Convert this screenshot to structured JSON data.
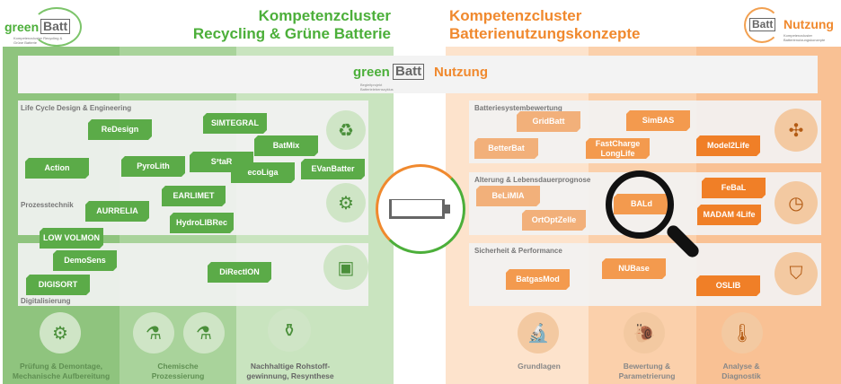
{
  "green": {
    "logo_word1": "green",
    "logo_word2": "Batt",
    "logo_sub": "Kompetenzcluster Recycling & Grüne Batterie",
    "title1": "Kompetenzcluster",
    "title2": "Recycling & Grüne Batterie",
    "rows": [
      "Life Cycle Design & Engineering",
      "Prozesstechnik",
      "Digitalisierung"
    ],
    "projects": [
      "ReDesign",
      "SIMTEGRAL",
      "BatMix",
      "Action",
      "PyroLith",
      "S²taR",
      "ecoLiga",
      "EVanBatter",
      "EARLIMET",
      "AURRELIA",
      "HydroLIBRec",
      "LOW VOLMON",
      "DemoSens",
      "DIGISORT",
      "DiRectION"
    ],
    "columns": [
      "Prüfung & Demontage, Mechanische Aufbereitung",
      "Chemische Prozessierung",
      "Nachhaltige Rohstoff-gewinnung, Resynthese"
    ]
  },
  "orange": {
    "logo_word1": "Batt",
    "logo_word2": "Nutzung",
    "logo_sub": "Kompetenzcluster Batterienutzungskonzepte",
    "title1": "Kompetenzcluster",
    "title2": "Batterienutzungskonzepte",
    "rows": [
      "Batteriesystembewertung",
      "Alterung & Lebensdauerprognose",
      "Sicherheit & Performance"
    ],
    "projects": [
      "GridBatt",
      "SimBAS",
      "BetterBat",
      "FastCharge LongLife",
      "Model2Life",
      "BeLiMIA",
      "FeBaL",
      "BALd",
      "OrtOptZelle",
      "MADAM 4Life",
      "NUBase",
      "BatgasMod",
      "OSLIB"
    ],
    "columns": [
      "Grundlagen",
      "Bewertung & Parametrierung",
      "Analyse & Diagnostik"
    ]
  },
  "center": {
    "w1": "green",
    "w2": "Batt",
    "w3": "Nutzung",
    "sub": "Begleitprojekt Batterielebenszyklus"
  },
  "colors": {
    "green": "#5bab48",
    "orange": "#f07f27"
  }
}
